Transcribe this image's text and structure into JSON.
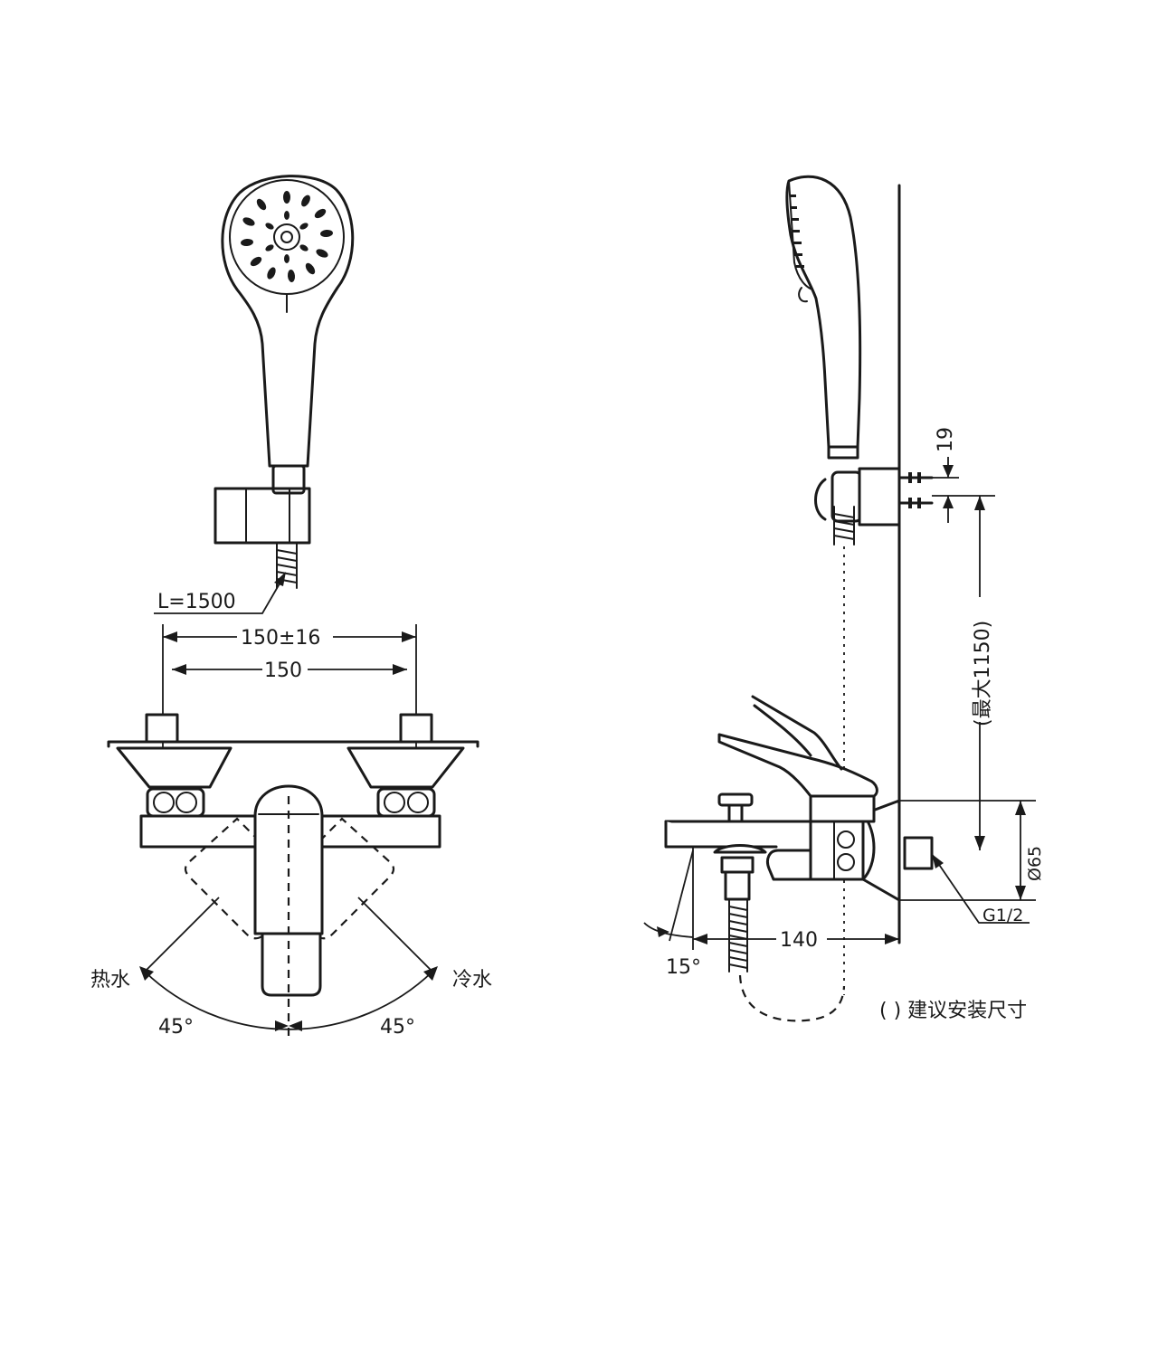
{
  "labels": {
    "hose_length": "L=1500",
    "center_distance_range": "150±16",
    "center_distance": "150",
    "hot_water": "热水",
    "cold_water": "冷水",
    "angle_left": "45°",
    "angle_right": "45°",
    "bracket_offset": "19",
    "max_height": "(最大1150)",
    "body_diameter": "Ø65",
    "thread": "G1/2",
    "spout_depth": "140",
    "spout_angle": "15°",
    "legend_note": "( ) 建议安装尺寸"
  }
}
